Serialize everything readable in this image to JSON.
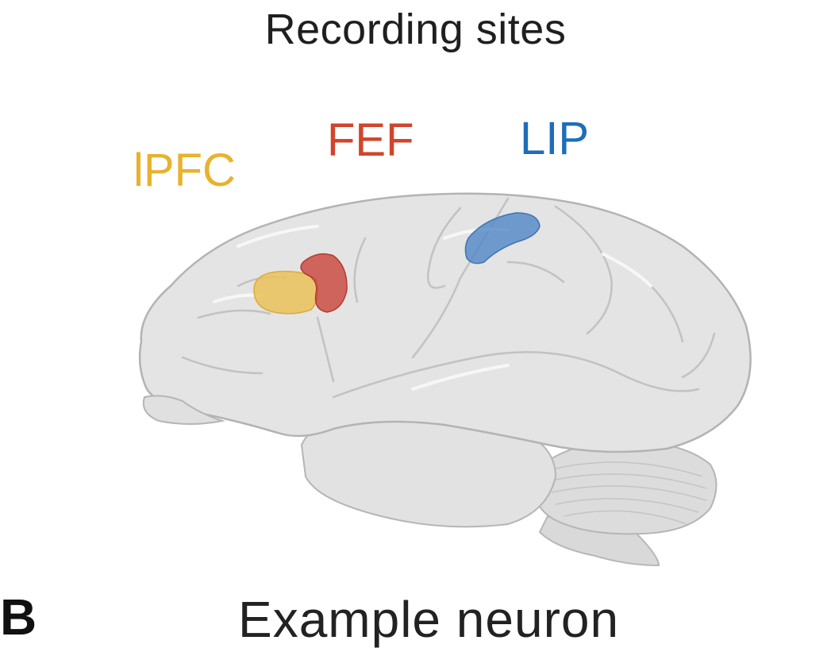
{
  "title": "Recording sites",
  "regions": [
    {
      "key": "lpfc",
      "label": "lPFC",
      "color": "#E8B22E"
    },
    {
      "key": "fef",
      "label": "FEF",
      "color": "#D0452B"
    },
    {
      "key": "lip",
      "label": "LIP",
      "color": "#1F6DB8"
    }
  ],
  "next_panel": {
    "letter": "B",
    "heading": "Example neuron"
  }
}
